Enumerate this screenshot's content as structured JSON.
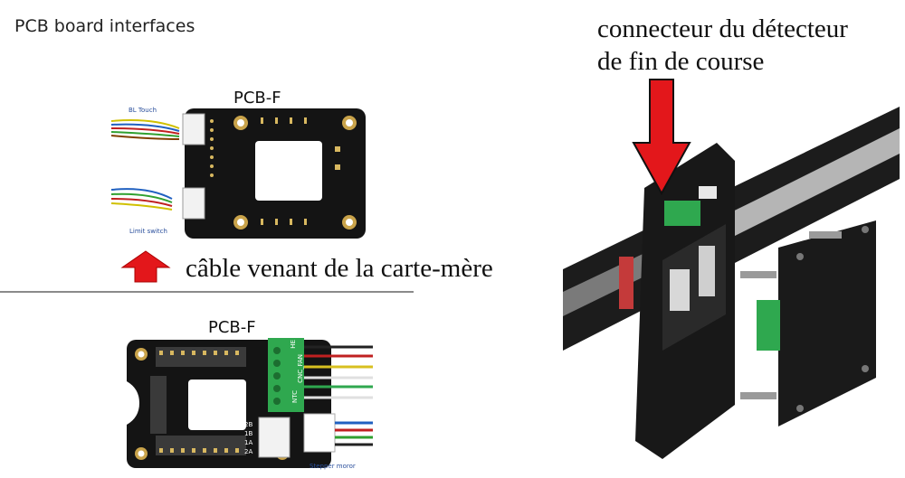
{
  "header": {
    "title": "PCB board interfaces"
  },
  "top_board": {
    "title": "PCB-F",
    "connector_top_label": "BL Touch",
    "connector_bottom_label": "Limit switch"
  },
  "bottom_board": {
    "title": "PCB-F",
    "terminal_labels": [
      "HE",
      "CNC_FAN",
      "NTC"
    ],
    "stepper_pins": [
      "2B",
      "1B",
      "1A",
      "2A"
    ],
    "stepper_label": "Stepper moror"
  },
  "annotations": {
    "limit_switch_connector": [
      "connecteur du détecteur",
      "de fin de course"
    ],
    "cable_from_mainboard": "câble venant de la carte-mère"
  },
  "colors": {
    "arrow": "#e3171b",
    "pcb": "#141414",
    "terminal_green": "#2fa84f"
  },
  "icons": [
    "up-arrow-icon",
    "down-arrow-icon"
  ]
}
